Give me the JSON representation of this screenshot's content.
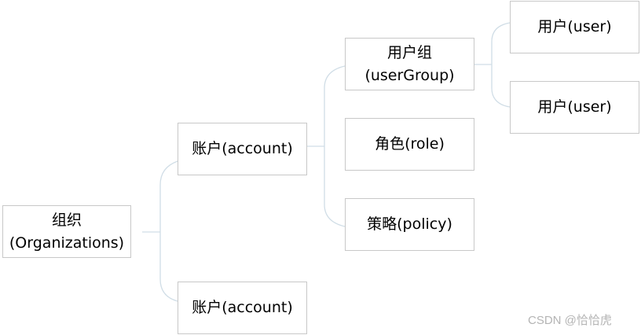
{
  "nodes": {
    "organization": {
      "line1": "组织",
      "line2": "(Organizations)"
    },
    "account_1": {
      "label": "账户(account)"
    },
    "account_2": {
      "label": "账户(account)"
    },
    "user_group": {
      "line1": "用户组",
      "line2": "(userGroup)"
    },
    "role": {
      "label": "角色(role)"
    },
    "policy": {
      "label": "策略(policy)"
    },
    "user_1": {
      "label": "用户(user)"
    },
    "user_2": {
      "label": "用户(user)"
    }
  },
  "watermark": "CSDN @恰恰虎",
  "colors": {
    "node_border": "#c8c8c8",
    "connector": "#d0dde6",
    "watermark": "#b4b4b4"
  }
}
